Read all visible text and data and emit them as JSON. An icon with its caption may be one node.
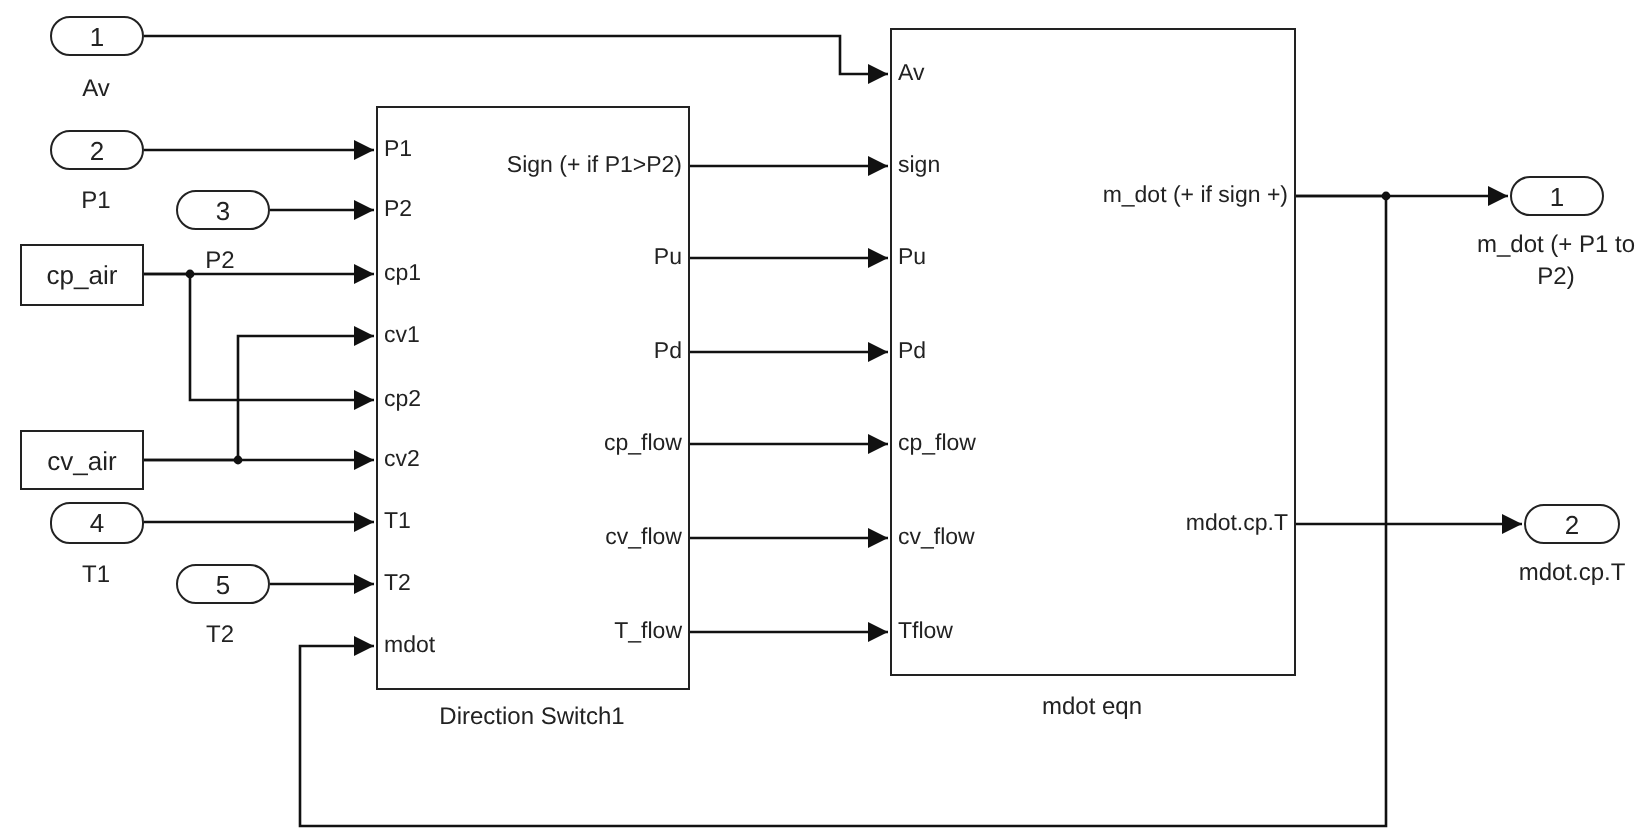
{
  "diagram": {
    "nodes": [
      {
        "text": [
          "1"
        ],
        "beside": [
          "Av"
        ]
      },
      {
        "text": [
          "2"
        ],
        "beside": [
          "P1"
        ]
      },
      {
        "text": [
          "3"
        ],
        "beside": [
          "P2"
        ]
      },
      {
        "text": [
          "cp_air"
        ]
      },
      {
        "text": [
          "cv_air"
        ]
      },
      {
        "text": [
          "4"
        ],
        "beside": [
          "T1"
        ]
      },
      {
        "text": [
          "5"
        ],
        "beside": [
          "T2"
        ]
      },
      {
        "text": [
          "P1",
          "P2",
          "cp1",
          "cv1",
          "cp2",
          "cv2",
          "T1",
          "T2",
          "mdot",
          "Sign (+ if P1>P2)",
          "Pu",
          "Pd",
          "cp_flow",
          "cv_flow",
          "T_flow"
        ],
        "beside": [
          "Direction Switch1"
        ]
      },
      {
        "text": [
          "Av",
          "sign",
          "Pu",
          "Pd",
          "cp_flow",
          "cv_flow",
          "Tflow",
          "m_dot (+ if sign +)",
          "mdot.cp.T"
        ],
        "beside": [
          "mdot eqn"
        ]
      },
      {
        "text": [
          "1"
        ],
        "beside": [
          "m_dot (+ P1 to P2)"
        ]
      },
      {
        "text": [
          "2"
        ],
        "beside": [
          "mdot.cp.T"
        ]
      }
    ],
    "edges": [
      {
        "from": 0,
        "to": 8,
        "arrow": "to"
      },
      {
        "from": 1,
        "to": 7,
        "arrow": "to"
      },
      {
        "from": 2,
        "to": 7,
        "arrow": "to"
      },
      {
        "from": 3,
        "to": 7,
        "arrow": "to"
      },
      {
        "from": 3,
        "to": 7,
        "arrow": "to"
      },
      {
        "from": 4,
        "to": 7,
        "arrow": "to"
      },
      {
        "from": 4,
        "to": 7,
        "arrow": "to"
      },
      {
        "from": 5,
        "to": 7,
        "arrow": "to"
      },
      {
        "from": 6,
        "to": 7,
        "arrow": "to"
      },
      {
        "from": 8,
        "to": 7,
        "arrow": "to"
      },
      {
        "from": 7,
        "to": 8,
        "arrow": "to"
      },
      {
        "from": 7,
        "to": 8,
        "arrow": "to"
      },
      {
        "from": 7,
        "to": 8,
        "arrow": "to"
      },
      {
        "from": 7,
        "to": 8,
        "arrow": "to"
      },
      {
        "from": 7,
        "to": 8,
        "arrow": "to"
      },
      {
        "from": 7,
        "to": 8,
        "arrow": "to"
      },
      {
        "from": 8,
        "to": 9,
        "arrow": "to"
      },
      {
        "from": 8,
        "to": 10,
        "arrow": "to"
      }
    ]
  }
}
